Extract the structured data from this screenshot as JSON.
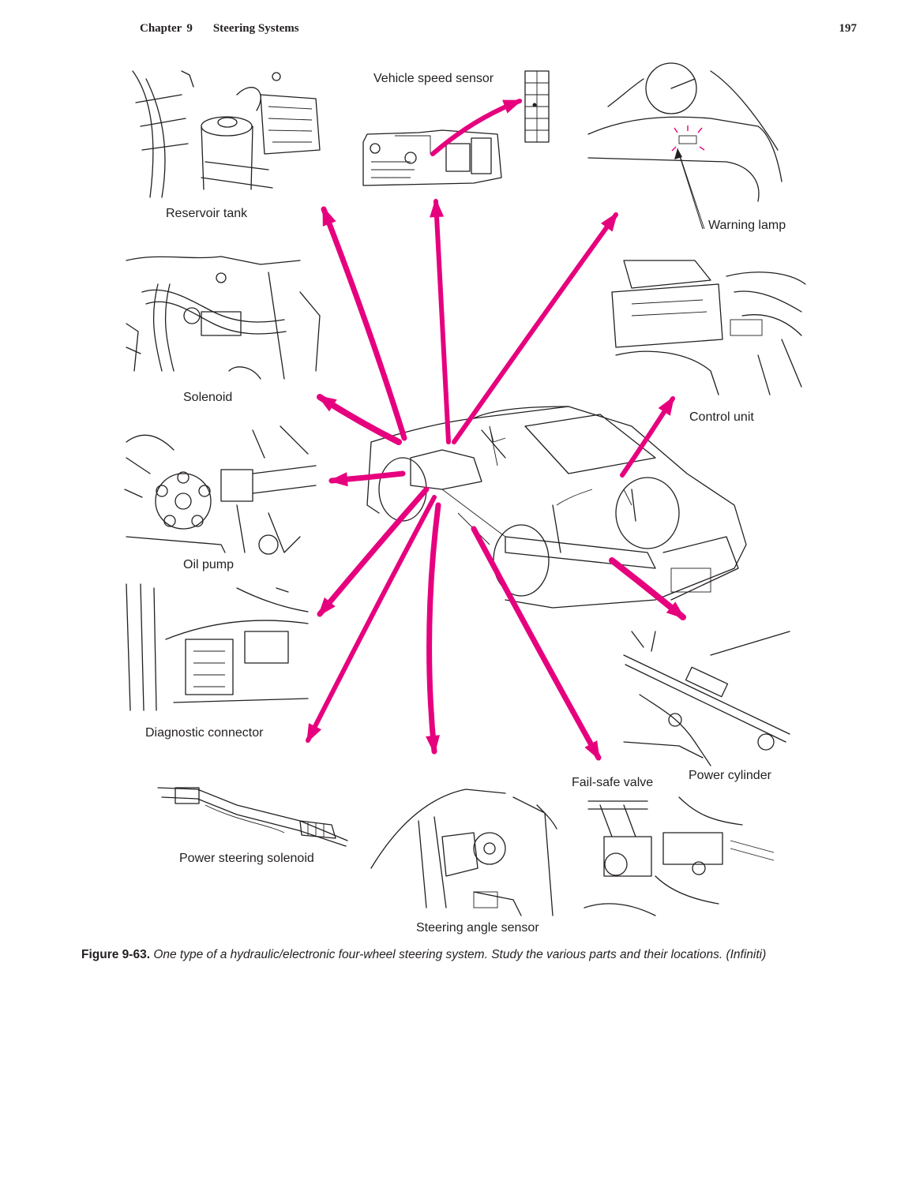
{
  "header": {
    "chapter_word": "Chapter",
    "chapter_number": "9",
    "chapter_title": "Steering Systems",
    "page_number": "197"
  },
  "labels": {
    "vehicle_speed_sensor": "Vehicle speed sensor",
    "reservoir_tank": "Reservoir tank",
    "warning_lamp": "Warning lamp",
    "solenoid": "Solenoid",
    "control_unit": "Control unit",
    "oil_pump": "Oil pump",
    "diagnostic_connector": "Diagnostic connector",
    "fail_safe_valve": "Fail-safe valve",
    "power_cylinder": "Power cylinder",
    "power_steering_solenoid": "Power steering solenoid",
    "steering_angle_sensor": "Steering angle sensor"
  },
  "caption": {
    "figure_label": "Figure 9-63.",
    "text": "One type of a hydraulic/electronic four-wheel steering system. Study the various parts and their locations. (Infiniti)"
  },
  "colors": {
    "arrow": "#e6007e",
    "line_art": "#231f20"
  }
}
